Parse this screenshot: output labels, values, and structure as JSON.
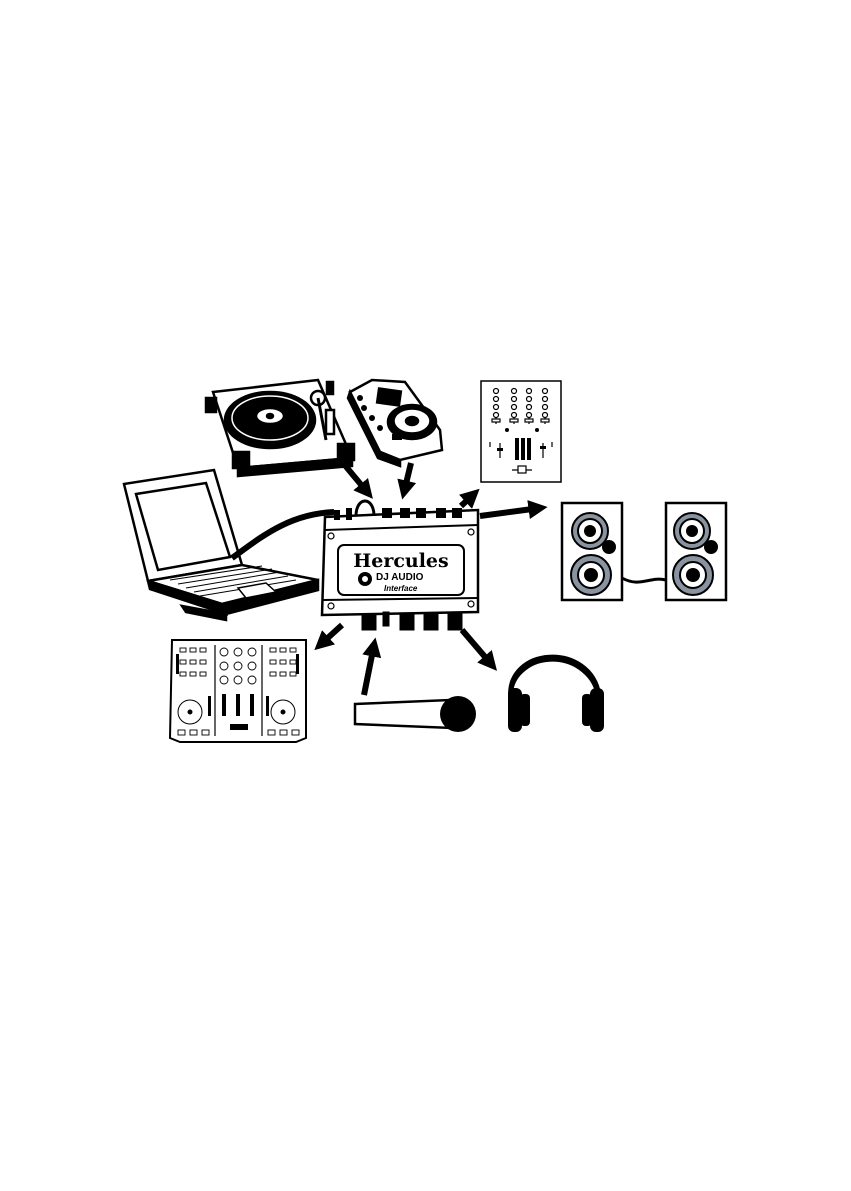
{
  "interface": {
    "brand": "Hercules",
    "product_line1": "DJ AUDIO",
    "product_line2": "Interface"
  },
  "icons": [
    "turntable-icon",
    "cd-player-icon",
    "laptop-icon",
    "audio-interface-icon",
    "mixer-icon",
    "speakers-icon",
    "dj-controller-icon",
    "microphone-icon",
    "headphones-icon",
    "arrow-icon",
    "cable-icon"
  ],
  "colors": {
    "ink": "#000000",
    "paper": "#ffffff",
    "speaker_gray": "#8a93a0"
  }
}
